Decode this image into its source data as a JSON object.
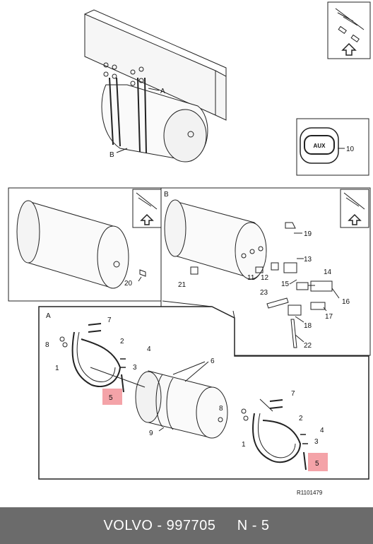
{
  "diagram": {
    "labels": {
      "A": "A",
      "B": "B",
      "p1": "1",
      "p2": "2",
      "p3": "3",
      "p4": "4",
      "p5": "5",
      "p6": "6",
      "p7": "7",
      "p8": "8",
      "p9": "9",
      "p10": "10",
      "p11": "11",
      "p12": "12",
      "p13": "13",
      "p14": "14",
      "p15": "15",
      "p16": "16",
      "p17": "17",
      "p18": "18",
      "p19": "19",
      "p20": "20",
      "p21": "21",
      "p22": "22",
      "p23": "23"
    },
    "aux_button": "AUX",
    "drawing_number": "R1101479",
    "highlight_color": "#f4a3a8"
  },
  "footer": {
    "brand": "VOLVO",
    "separator": " - ",
    "part_number": "997705",
    "spacer": "     ",
    "page": "N - 5"
  }
}
